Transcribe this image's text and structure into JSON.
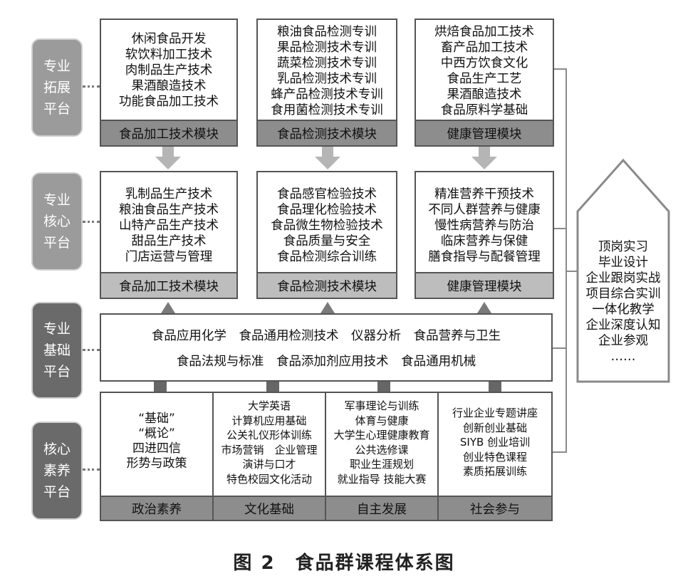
{
  "platforms": {
    "expand": "专业\n拓展\n平台",
    "core": "专业\n核心\n平台",
    "basic": "专业\n基础\n平台",
    "quality": "核心\n素养\n平台"
  },
  "expand_modules": [
    {
      "items": [
        "休闲食品开发",
        "软饮料加工技术",
        "肉制品生产技术",
        "果酒酿造技术",
        "功能食品加工技术"
      ],
      "title": "食品加工技术模块"
    },
    {
      "items": [
        "粮油食品检测专训",
        "果品检测技术专训",
        "蔬菜检测技术专训",
        "乳品检测技术专训",
        "蜂产品检测技术专训",
        "食用菌检测技术专训"
      ],
      "title": "食品检测技术模块"
    },
    {
      "items": [
        "烘焙食品加工技术",
        "畜产品加工技术",
        "中西方饮食文化",
        "食品生产工艺",
        "果酒酿造技术",
        "食品原料学基础"
      ],
      "title": "健康管理模块"
    }
  ],
  "core_modules": [
    {
      "items": [
        "乳制品生产技术",
        "粮油食品生产技术",
        "山特产品生产技术",
        "甜品生产技术",
        "门店运营与管理"
      ],
      "title": "食品加工技术模块"
    },
    {
      "items": [
        "食品感官检验技术",
        "食品理化检验技术",
        "食品微生物检验技术",
        "食品质量与安全",
        "食品检测综合训练"
      ],
      "title": "食品检测技术模块"
    },
    {
      "items": [
        "精准营养干预技术",
        "不同人群营养与健康",
        "慢性病营养与防治",
        "临床营养与保健",
        "膳食指导与配餐管理"
      ],
      "title": "健康管理模块"
    }
  ],
  "basic": {
    "row1": [
      "食品应用化学",
      "食品通用检测技术",
      "仪器分析",
      "食品营养与卫生"
    ],
    "row2": [
      "食品法规与标准",
      "食品添加剂应用技术",
      "食品通用机械"
    ]
  },
  "quality_cols": [
    {
      "items": [
        "“基础”",
        "“概论”",
        "四进四信",
        "形势与政策"
      ],
      "title": "政治素养"
    },
    {
      "items": [
        "大学英语",
        "计算机应用基础",
        "公关礼仪形体训练",
        "市场营销　企业管理",
        "演讲与口才",
        "特色校园文化活动"
      ],
      "title": "文化基础"
    },
    {
      "items": [
        "军事理论与训练",
        "体育与健康",
        "大学生心理健康教育",
        "公共选修课",
        "职业生涯规划",
        "就业指导  技能大赛"
      ],
      "title": "自主发展"
    },
    {
      "items": [
        "行业企业专题讲座",
        "创新创业基础",
        "SIYB 创业培训",
        "创业特色课程",
        "素质拓展训练"
      ],
      "title": "社会参与"
    }
  ],
  "practice": {
    "items": [
      "顶岗实习",
      "毕业设计",
      "企业跟岗实战",
      "项目综合实训",
      "一体化教学",
      "企业深度认知",
      "企业参观",
      "……"
    ]
  },
  "caption": "图 2　食品群课程体系图"
}
